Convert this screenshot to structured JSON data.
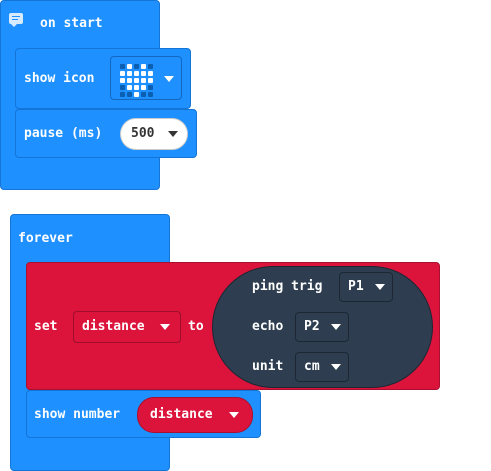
{
  "on_start": {
    "header": "on start",
    "show_icon": {
      "label": "show icon",
      "icon": "heart-icon"
    },
    "pause": {
      "label": "pause (ms)",
      "value": "500"
    }
  },
  "forever": {
    "header": "forever",
    "set_block": {
      "set_label": "set",
      "variable": "distance",
      "to_label": "to",
      "ping": {
        "label": "ping trig",
        "trig_pin": "P1",
        "echo_label": "echo",
        "echo_pin": "P2",
        "unit_label": "unit",
        "unit_value": "cm"
      }
    },
    "show_number": {
      "label": "show number",
      "variable": "distance"
    }
  },
  "heart_pattern": [
    0,
    1,
    0,
    1,
    0,
    1,
    1,
    1,
    1,
    1,
    1,
    1,
    1,
    1,
    1,
    0,
    1,
    1,
    1,
    0,
    0,
    0,
    1,
    0,
    0
  ],
  "colors": {
    "basic": "#1e90ff",
    "variables": "#dc143c",
    "sonar": "#2e3e50",
    "led_on": "#ffffff",
    "led_off": "#0b5fb3"
  }
}
